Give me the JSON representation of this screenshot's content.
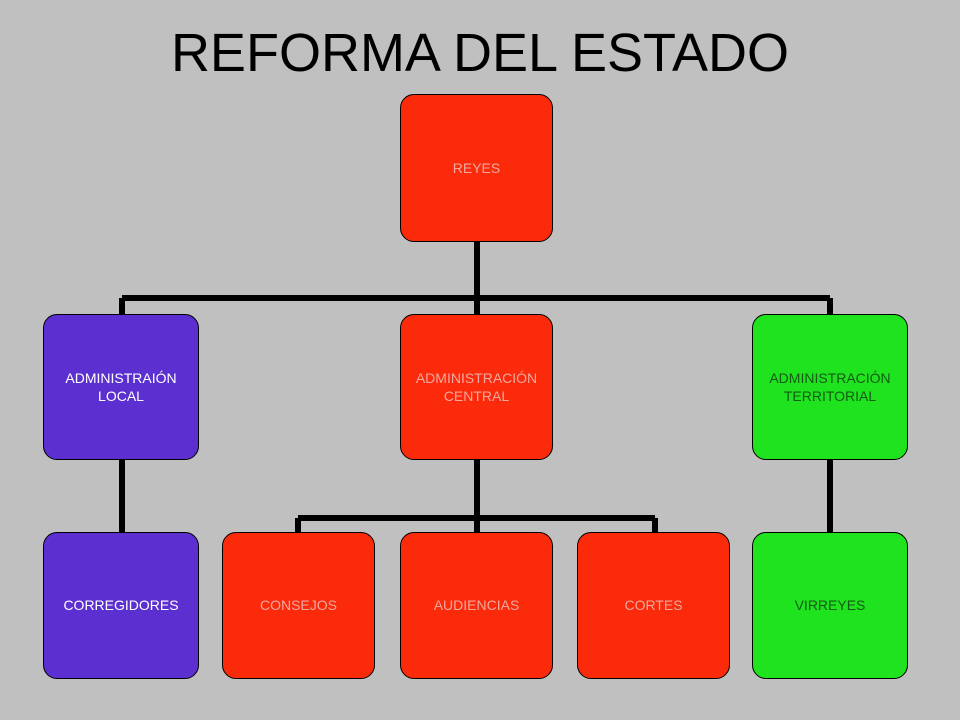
{
  "title": "REFORMA DEL ESTADO",
  "colors": {
    "background": "#c0c0c0",
    "red": "#fa2a0a",
    "purple": "#5c2fd0",
    "green": "#1fe31f",
    "connector": "#000000"
  },
  "nodes": {
    "reyes": "REYES",
    "local": "ADMINISTRAIÓN\nLOCAL",
    "central": "ADMINISTRACIÓN\nCENTRAL",
    "territorial": "ADMINISTRACIÓN\nTERRITORIAL",
    "corregidores": "CORREGIDORES",
    "consejos": "CONSEJOS",
    "audiencias": "AUDIENCIAS",
    "cortes": "CORTES",
    "virreyes": "VIRREYES"
  }
}
